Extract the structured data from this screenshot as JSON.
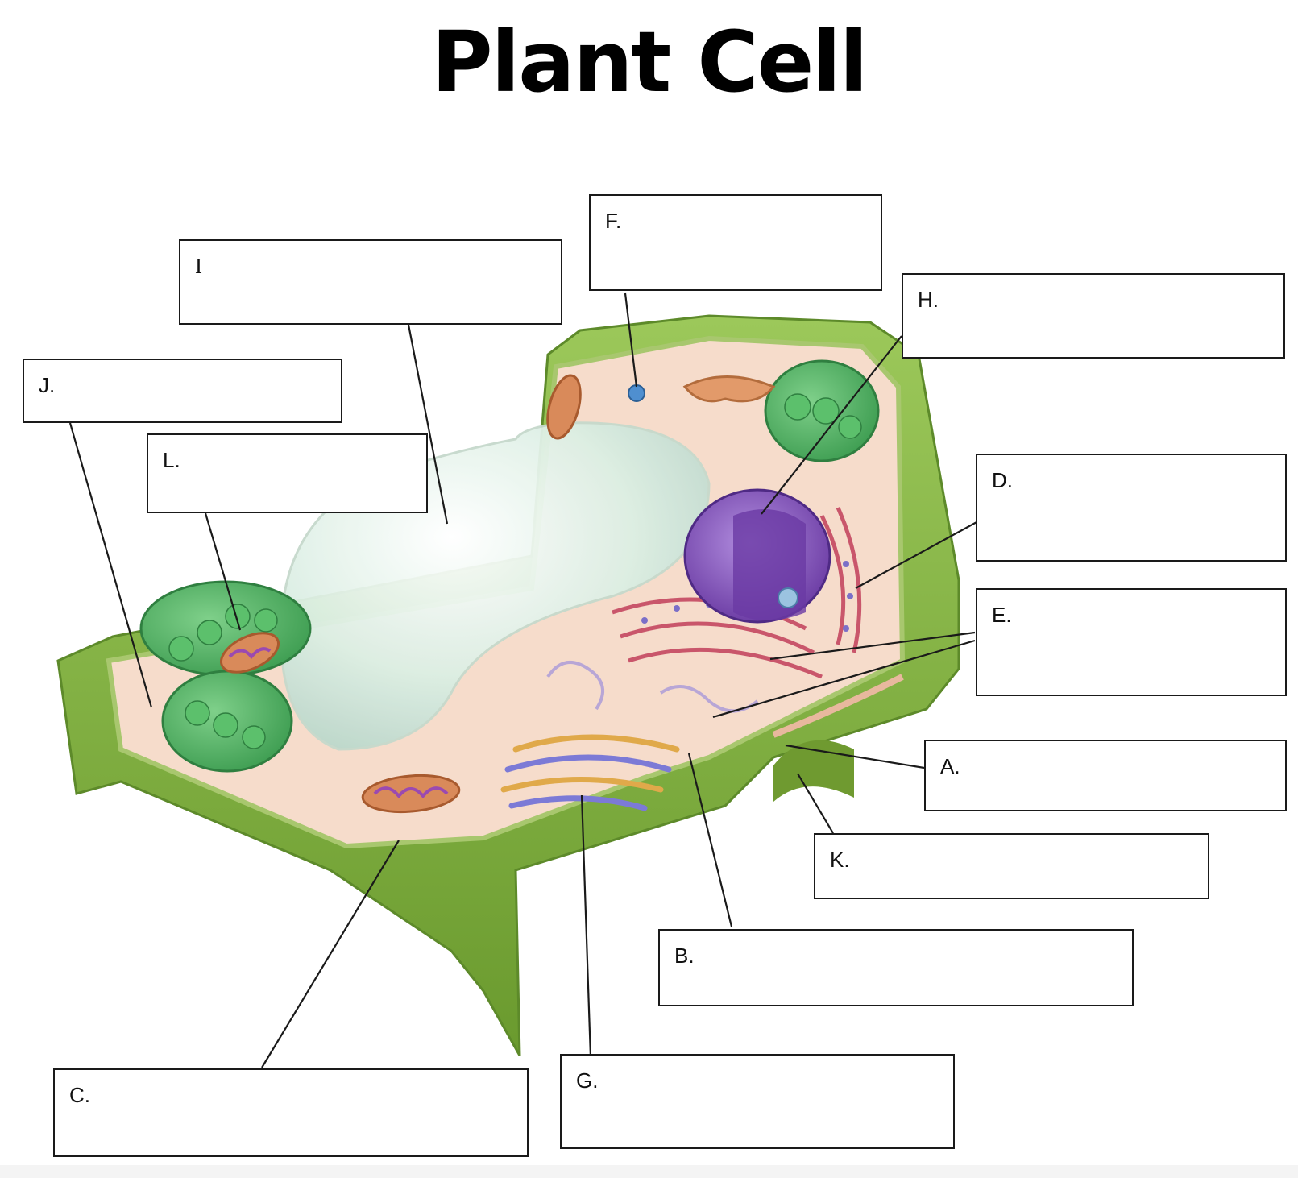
{
  "title": "Plant Cell",
  "labels": {
    "a": "A.",
    "b": "B.",
    "c": "C.",
    "d": "D.",
    "e": "E.",
    "f": "F.",
    "g": "G.",
    "h": "H.",
    "i": "I",
    "j": "J.",
    "k": "K.",
    "l": "L."
  },
  "colors": {
    "cell_wall": "#7fae3c",
    "cytoplasm": "#f6d8c6",
    "vacuole": "#d9ece0",
    "nucleus": "#8a5bb8",
    "chloroplast": "#4eb264",
    "mitochondrion": "#d98a5a"
  }
}
